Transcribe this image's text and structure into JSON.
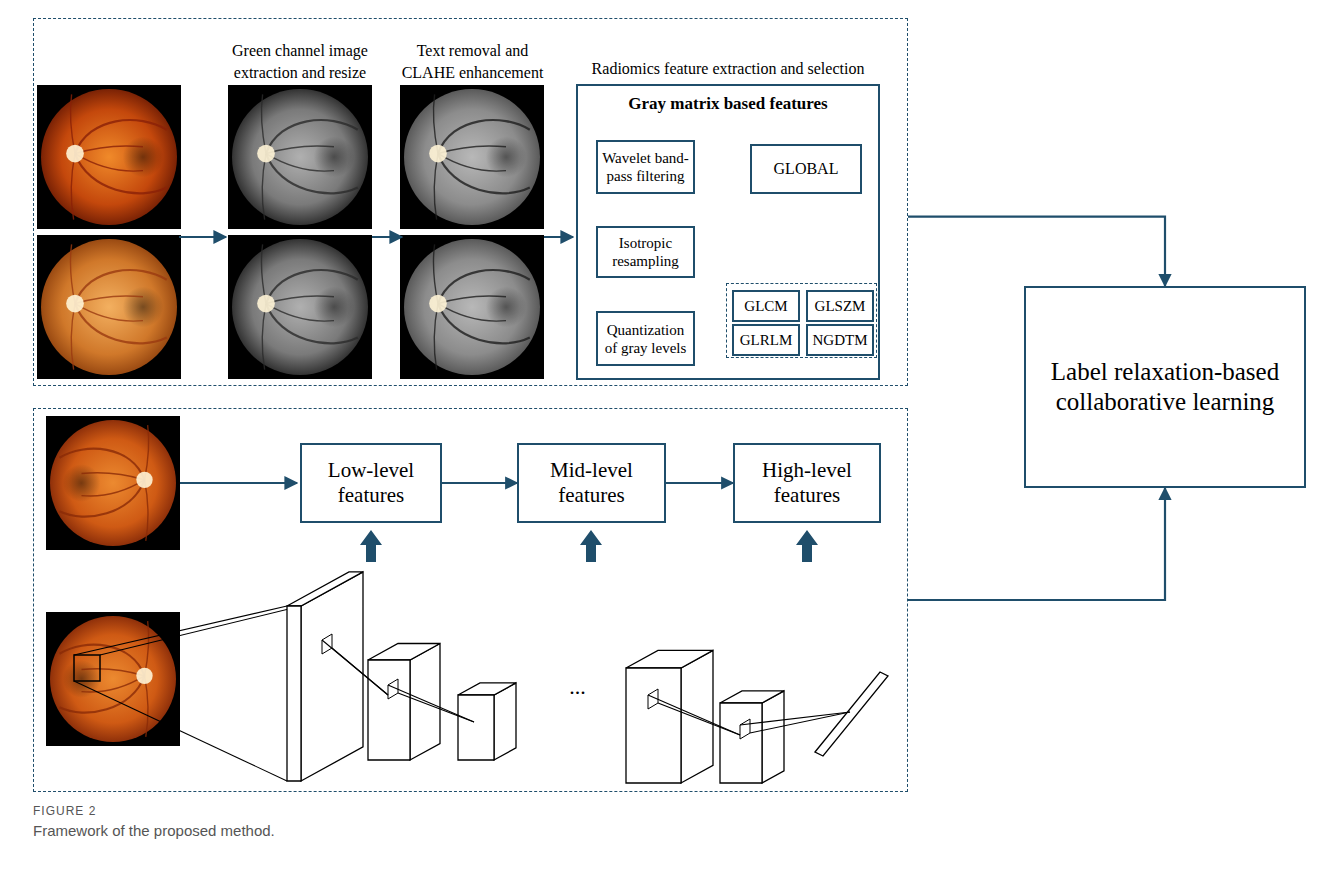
{
  "diagram": {
    "caption": "Framework of the proposed method.",
    "nodes": [
      {
        "text": []
      },
      {
        "text": [
          "Radiomics feature extraction and selection",
          "Gray matrix based features"
        ],
        "in": 0
      },
      {
        "text": [
          "Wavelet band-pass filtering"
        ],
        "in": 1
      },
      {
        "text": [
          "Isotropic resampling"
        ],
        "in": 1
      },
      {
        "text": [
          "Quantization of gray levels"
        ],
        "in": 1
      },
      {
        "text": [
          "GLOBAL"
        ],
        "in": 1
      },
      {
        "text": [],
        "in": 1
      },
      {
        "text": [
          "GLCM"
        ],
        "in": 6
      },
      {
        "text": [
          "GLSZM"
        ],
        "in": 6
      },
      {
        "text": [
          "GLRLM"
        ],
        "in": 6
      },
      {
        "text": [
          "NGDTM"
        ],
        "in": 6
      },
      {
        "text": []
      },
      {
        "text": [
          "Low-level features"
        ],
        "in": 11
      },
      {
        "text": [
          "Mid-level features"
        ],
        "in": 11
      },
      {
        "text": [
          "High-level features"
        ],
        "in": 11
      },
      {
        "text": [
          "Label relaxation-based collaborative learning"
        ]
      }
    ],
    "edges": [
      {
        "from": 2,
        "to": 3,
        "arrow": "to"
      },
      {
        "from": 3,
        "to": 4,
        "arrow": "to"
      },
      {
        "from": 4,
        "to": 6,
        "arrow": "to"
      },
      {
        "from": 0,
        "to": 15,
        "arrow": "to"
      },
      {
        "from": 12,
        "to": 13,
        "arrow": "to"
      },
      {
        "from": 13,
        "to": 14,
        "arrow": "to"
      },
      {
        "from": 11,
        "to": 15,
        "arrow": "to"
      }
    ],
    "labels": [
      "Green channel image extraction and resize",
      "Text removal and CLAHE enhancement",
      "...",
      "FIGURE 2"
    ]
  }
}
